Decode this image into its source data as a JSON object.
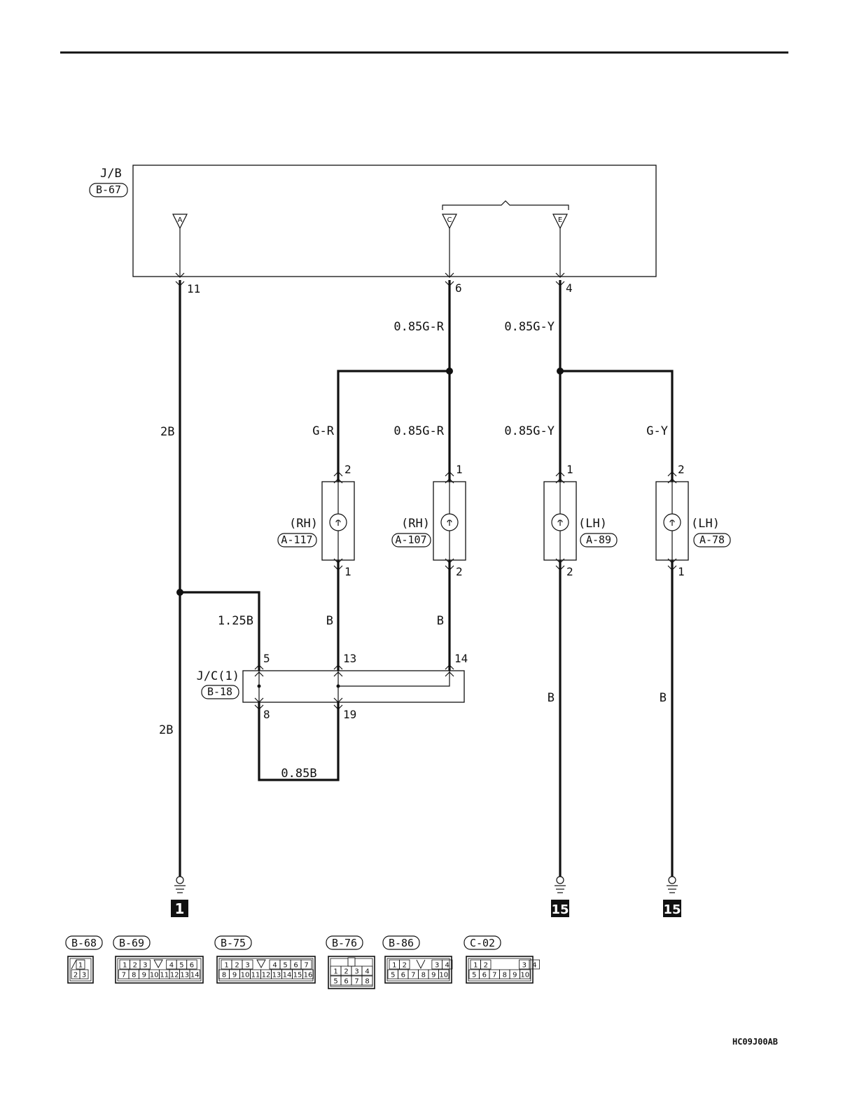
{
  "junction_block": {
    "name": "J/B",
    "connector": "B-67",
    "terminals": [
      "A",
      "C",
      "E"
    ]
  },
  "jb_pins": {
    "p11": "11",
    "p6": "6",
    "p4": "4"
  },
  "wires": {
    "w_2b_upper": "2B",
    "w_2b_lower": "2B",
    "w_gr_main": "0.85G-R",
    "w_gy_main": "0.85G-Y",
    "w_gr_branch": "G-R",
    "w_gr_mid": "0.85G-R",
    "w_gy_mid": "0.85G-Y",
    "w_gy_branch": "G-Y",
    "w_125b": "1.25B",
    "w_b_a117": "B",
    "w_b_a107": "B",
    "w_b_a89": "B",
    "w_b_a78": "B",
    "w_085b": "0.85B"
  },
  "lamps": [
    {
      "side": "(RH)",
      "connector": "A-117",
      "top_pin": "2",
      "bottom_pin": "1"
    },
    {
      "side": "(RH)",
      "connector": "A-107",
      "top_pin": "1",
      "bottom_pin": "2"
    },
    {
      "side": "(LH)",
      "connector": "A-89",
      "top_pin": "1",
      "bottom_pin": "2"
    },
    {
      "side": "(LH)",
      "connector": "A-78",
      "top_pin": "2",
      "bottom_pin": "1"
    }
  ],
  "joint_connector": {
    "name": "J/C(1)",
    "connector": "B-18",
    "pins": {
      "p5": "5",
      "p13": "13",
      "p14": "14",
      "p8": "8",
      "p19": "19"
    }
  },
  "grounds": [
    {
      "number": "1"
    },
    {
      "number": "15"
    },
    {
      "number": "15"
    }
  ],
  "connector_legend": [
    {
      "code": "B-68",
      "rows": [
        [
          "1"
        ],
        [
          "2",
          "3"
        ]
      ]
    },
    {
      "code": "B-69",
      "rows": [
        [
          "1",
          "2",
          "3",
          "4",
          "5",
          "6"
        ],
        [
          "7",
          "8",
          "9",
          "10",
          "11",
          "12",
          "13",
          "14"
        ]
      ]
    },
    {
      "code": "B-75",
      "rows": [
        [
          "1",
          "2",
          "3",
          "4",
          "5",
          "6",
          "7"
        ],
        [
          "8",
          "9",
          "10",
          "11",
          "12",
          "13",
          "14",
          "15",
          "16"
        ]
      ]
    },
    {
      "code": "B-76",
      "rows": [
        [
          "1",
          "2",
          "3",
          "4"
        ],
        [
          "5",
          "6",
          "7",
          "8"
        ]
      ]
    },
    {
      "code": "B-86",
      "rows": [
        [
          "1",
          "2",
          "3",
          "4"
        ],
        [
          "5",
          "6",
          "7",
          "8",
          "9",
          "10"
        ]
      ]
    },
    {
      "code": "C-02",
      "rows": [
        [
          "1",
          "2",
          "3",
          "4"
        ],
        [
          "5",
          "6",
          "7",
          "8",
          "9",
          "10"
        ]
      ]
    }
  ],
  "figure_id": "HC09J00AB"
}
